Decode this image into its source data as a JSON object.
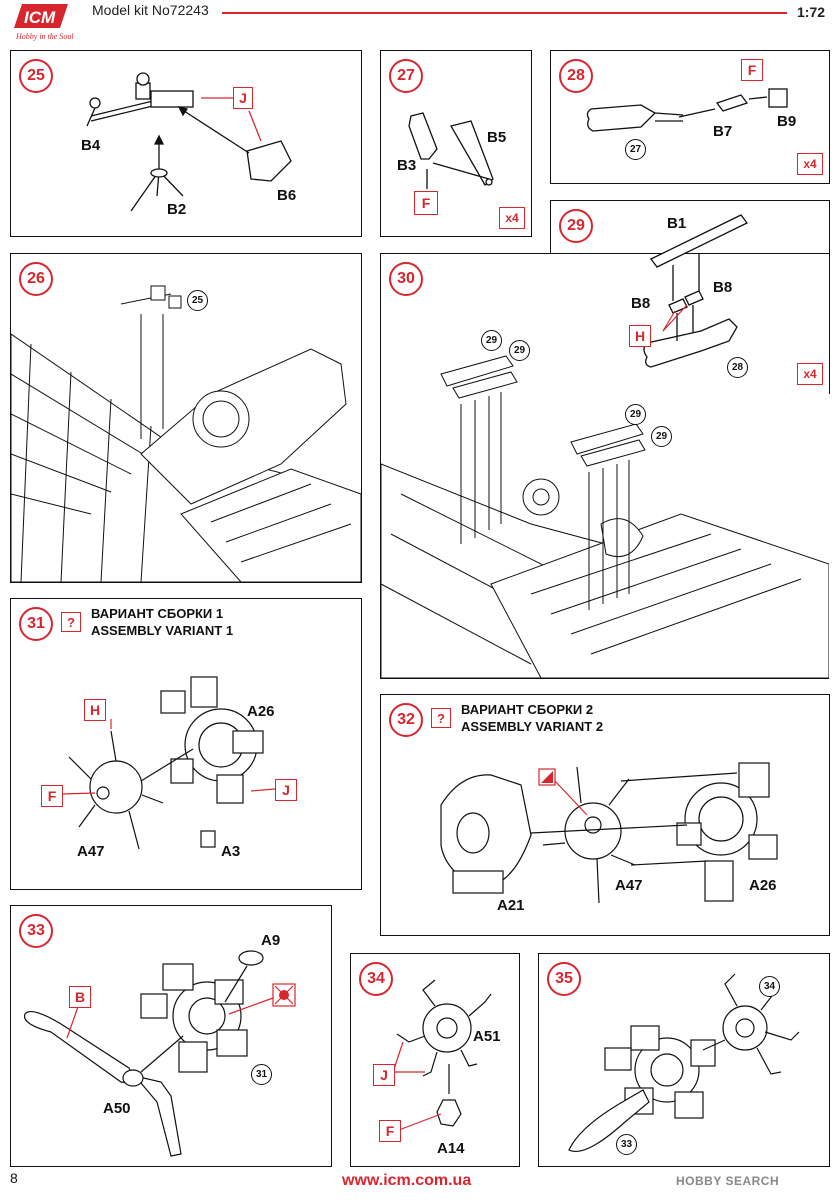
{
  "header": {
    "logo_text": "ICM",
    "logo_tagline": "Hobby in the Soul",
    "kit_label": "Model kit No72243",
    "scale": "1:72",
    "brand_color": "#d8262e"
  },
  "steps": {
    "s25": {
      "number": "25",
      "parts": [
        "B4",
        "B2",
        "B6"
      ],
      "glue": "J"
    },
    "s26": {
      "number": "26",
      "ref": "25"
    },
    "s27": {
      "number": "27",
      "parts": [
        "B5",
        "B3"
      ],
      "glue": "F",
      "multiplier": "x4"
    },
    "s28": {
      "number": "28",
      "parts": [
        "B7",
        "B9"
      ],
      "glue": "F",
      "ref": "27",
      "multiplier": "x4"
    },
    "s29": {
      "number": "29",
      "parts": [
        "B1",
        "B8",
        "B8"
      ],
      "glue": "H",
      "ref": "28",
      "multiplier": "x4"
    },
    "s30": {
      "number": "30",
      "refs": [
        "29",
        "29",
        "29",
        "29"
      ]
    },
    "s31": {
      "number": "31",
      "variant_ru": "ВАРИАНТ СБОРКИ 1",
      "variant_en": "ASSEMBLY VARIANT 1",
      "info": "?",
      "parts": [
        "A26",
        "A47",
        "A3"
      ],
      "glues": [
        "H",
        "F",
        "J"
      ]
    },
    "s32": {
      "number": "32",
      "variant_ru": "ВАРИАНТ СБОРКИ 2",
      "variant_en": "ASSEMBLY VARIANT 2",
      "info": "?",
      "parts": [
        "A47",
        "A26",
        "A21"
      ]
    },
    "s33": {
      "number": "33",
      "parts": [
        "A9",
        "A50"
      ],
      "glue": "B",
      "ref": "31"
    },
    "s34": {
      "number": "34",
      "parts": [
        "A51",
        "A14"
      ],
      "glues": [
        "J",
        "F"
      ]
    },
    "s35": {
      "number": "35",
      "refs": [
        "34",
        "33"
      ]
    }
  },
  "footer": {
    "page_number": "8",
    "url": "www.icm.com.ua",
    "watermark": "HOBBY SEARCH"
  }
}
